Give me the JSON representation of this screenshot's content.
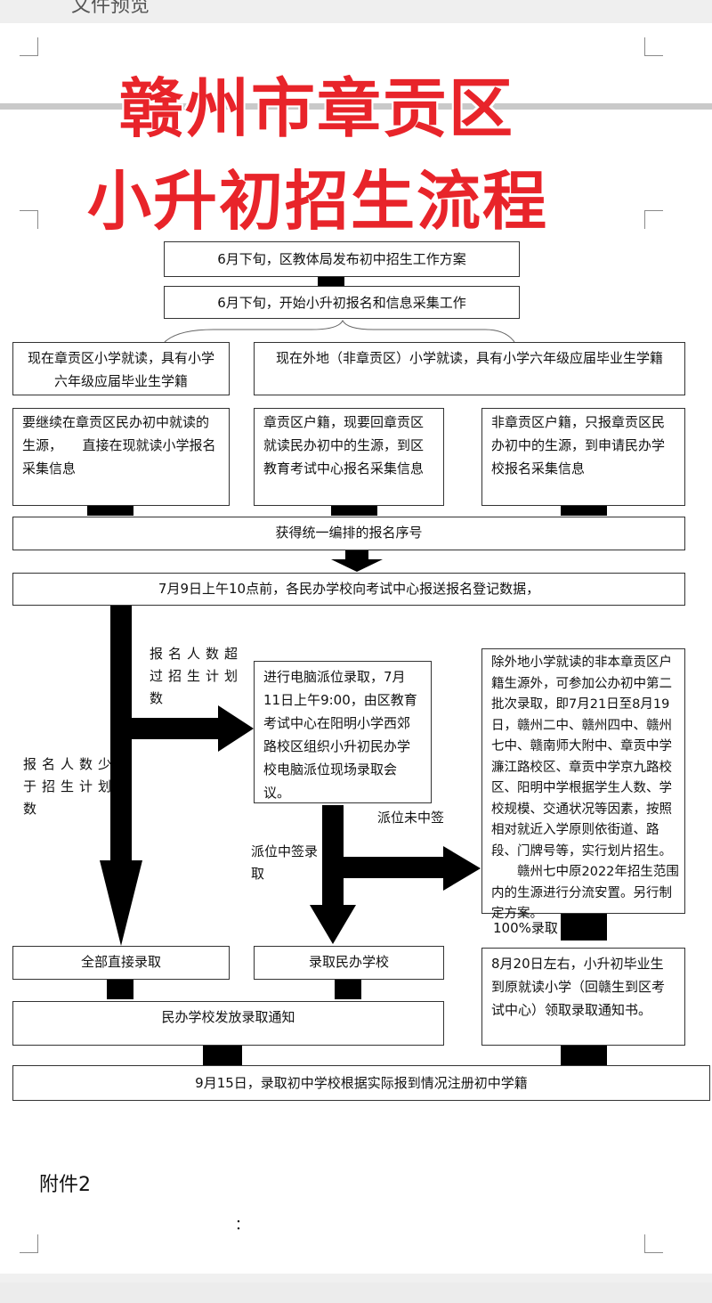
{
  "header": {
    "title": "文件预览"
  },
  "doc": {
    "title_line1": "赣州市章贡区",
    "title_line2": "小升初招生流程",
    "step1": "6月下旬，区教体局发布初中招生工作方案",
    "step2": "6月下旬，开始小升初报名和信息采集工作",
    "branch_local": "现在章贡区小学就读，具有小学六年级应届毕业生学籍",
    "branch_outside": "现在外地（非章贡区）小学就读，具有小学六年级应届毕业生学籍",
    "sub_a": "要继续在章贡区民办初中就读的生源，　　直接在现就读小学报名采集信息",
    "sub_b": "章贡区户籍，现要回章贡区就读民办初中的生源，到区教育考试中心报名采集信息",
    "sub_c": "非章贡区户籍，只报章贡区民办初中的生源，到申请民办学校报名采集信息",
    "serial": "获得统一编排的报名序号",
    "report": "7月9日上午10点前，各民办学校向考试中心报送报名登记数据，",
    "label_over": "报名人数超过招生计划数",
    "label_under": "报名人数少于招生计划数",
    "lottery": "进行电脑派位录取，7月11日上午9:00，由区教育考试中心在阳明小学西郊路校区组织小升初民办学校电脑派位现场录取会议。",
    "label_win": "派位中签录取",
    "label_lose": "派位未中签",
    "second_batch": "除外地小学就读的非本章贡区户籍生源外，可参加公办初中第二批次录取，即7月21日至8月19日，赣州二中、赣州四中、赣州七中、赣南师大附中、章贡中学濂江路校区、章贡中学京九路校区、阳明中学根据学生人数、学校规模、交通状况等因素，按照相对就近入学原则依街道、路段、门牌号等，实行划片招生。",
    "second_batch_note": "赣州七中原2022年招生范围内的生源进行分流安置。另行制定方案。",
    "label_full": "100%录取",
    "all_admit": "全部直接录取",
    "admit_private": "录取民办学校",
    "notice": "民办学校发放录取通知",
    "notice_public": "8月20日左右，小升初毕业生到原就读小学（回赣生到区考试中心）领取录取通知书。",
    "final": "9月15日，录取初中学校根据实际报到情况注册初中学籍",
    "attachment": "附件2",
    "stray": "："
  }
}
